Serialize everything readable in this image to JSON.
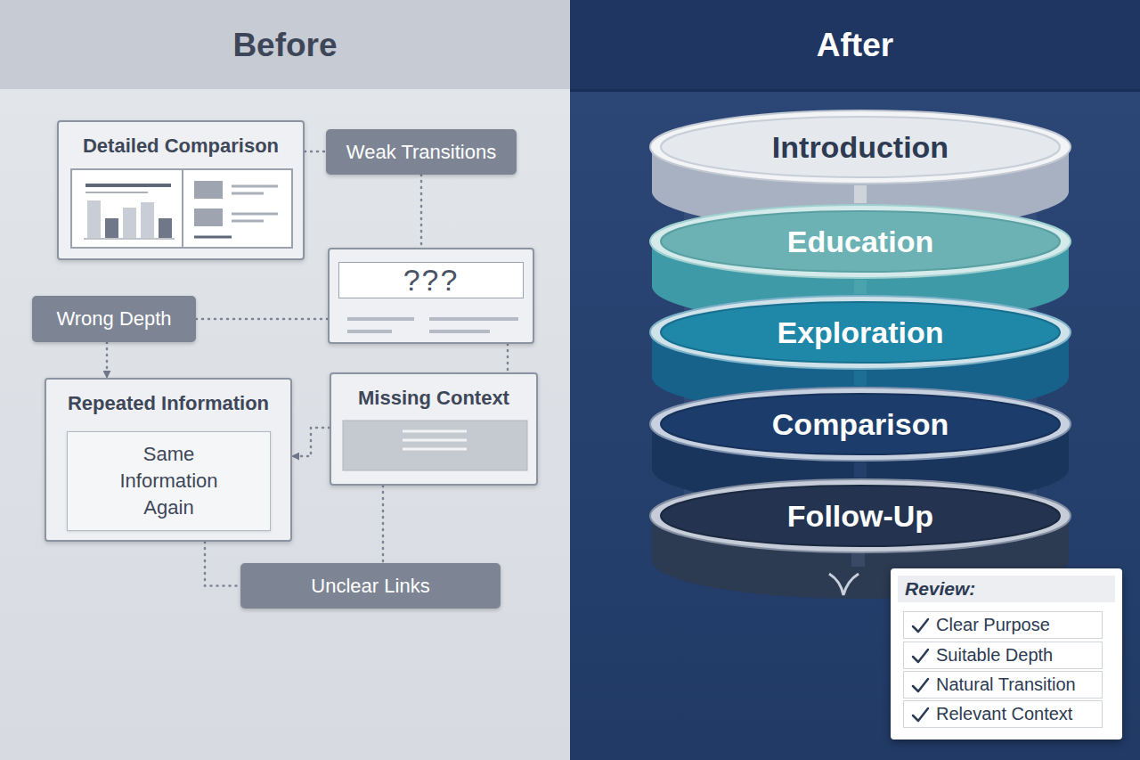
{
  "diagram": {
    "nodes": [
      {
        "text": [
          "Detailed Comparison"
        ]
      },
      {
        "text": [
          "Weak Transitions"
        ]
      },
      {
        "text": [
          "???"
        ]
      },
      {
        "text": [
          "Wrong Depth"
        ]
      },
      {
        "text": [
          "Repeated Information"
        ]
      },
      {
        "text": [
          "Same Information Again"
        ],
        "in": 4
      },
      {
        "text": [
          "Missing Context"
        ]
      },
      {
        "text": [
          "Unclear Links"
        ]
      },
      {
        "text": [
          "Introduction"
        ]
      },
      {
        "text": [
          "Education"
        ]
      },
      {
        "text": [
          "Exploration"
        ]
      },
      {
        "text": [
          "Comparison"
        ]
      },
      {
        "text": [
          "Follow-Up"
        ]
      },
      {
        "text": [
          "Review:"
        ]
      },
      {
        "text": [
          "Clear Purpose"
        ],
        "in": 13
      },
      {
        "text": [
          "Suitable Depth"
        ],
        "in": 13
      },
      {
        "text": [
          "Natural Transition"
        ],
        "in": 13
      },
      {
        "text": [
          "Relevant Context"
        ],
        "in": 13
      }
    ],
    "edges": [
      {
        "from": 0,
        "to": 1,
        "arrow": "none"
      },
      {
        "from": 1,
        "to": 2,
        "arrow": "none"
      },
      {
        "from": 3,
        "to": 2,
        "arrow": "none"
      },
      {
        "from": 2,
        "to": 6,
        "arrow": "none"
      },
      {
        "from": 6,
        "to": 4,
        "arrow": "to"
      },
      {
        "from": 3,
        "to": 4,
        "arrow": "to"
      },
      {
        "from": 4,
        "to": 7,
        "arrow": "none"
      },
      {
        "from": 6,
        "to": 7,
        "arrow": "none"
      },
      {
        "from": 8,
        "to": 9,
        "arrow": "none"
      },
      {
        "from": 9,
        "to": 10,
        "arrow": "none"
      },
      {
        "from": 10,
        "to": 11,
        "arrow": "none"
      },
      {
        "from": 11,
        "to": 12,
        "arrow": "none"
      }
    ],
    "labels": [
      "Before",
      "After"
    ]
  }
}
